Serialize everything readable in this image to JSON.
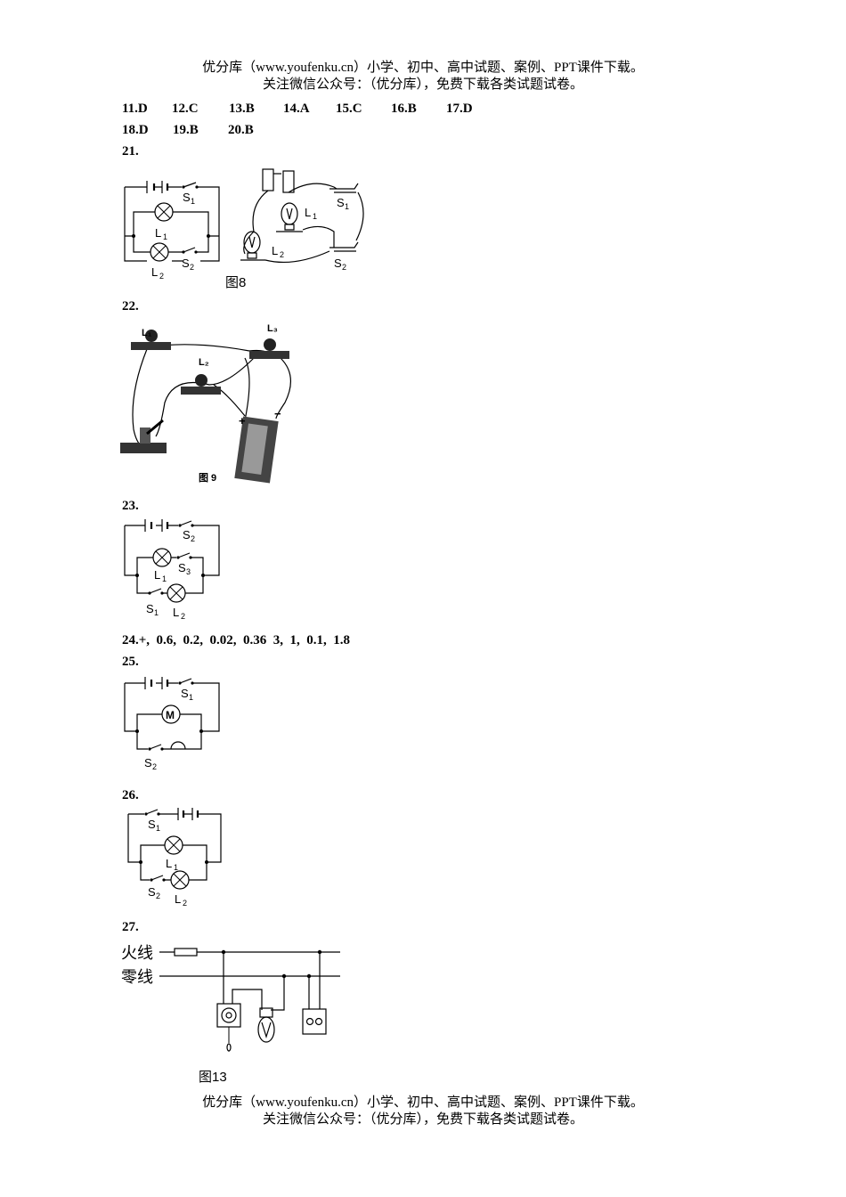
{
  "header": {
    "line1": "优分库（www.youfenku.cn）小学、初中、高中试题、案例、PPT课件下载。",
    "line2": "关注微信公众号：（优分库），免费下载各类试题试卷。"
  },
  "answers_row1": [
    "11.D",
    "12.C",
    "13.B",
    "14.A",
    "15.C",
    "16.B",
    "17.D"
  ],
  "answers_row2": [
    "18.D",
    "19.B",
    "20.B"
  ],
  "q21": {
    "num": "21.",
    "labels": {
      "s1": "S",
      "s1_sub": "1",
      "l1": "L",
      "l1_sub": "1",
      "l2": "L",
      "l2_sub": "2",
      "s2": "S",
      "s2_sub": "2"
    },
    "physical": {
      "l1": "L",
      "l1_sub": "1",
      "s1": "S",
      "s1_sub": "1",
      "l2": "L",
      "l2_sub": "2",
      "s2": "S",
      "s2_sub": "2"
    },
    "caption": "图8"
  },
  "q22": {
    "num": "22.",
    "labels": {
      "l1": "L₁",
      "l2": "L₂",
      "l3": "L₃",
      "plus": "+",
      "minus": "−"
    },
    "caption": "图 9"
  },
  "q23": {
    "num": "23.",
    "labels": {
      "s2": "S",
      "s2_sub": "2",
      "s3": "S",
      "s3_sub": "3",
      "l1": "L",
      "l1_sub": "1",
      "s1": "S",
      "s1_sub": "1",
      "l2": "L",
      "l2_sub": "2"
    }
  },
  "q24": {
    "text": "24.+,  0.6,  0.2,  0.02,  0.36  3,  1,  0.1,  1.8"
  },
  "q25": {
    "num": "25.",
    "labels": {
      "s1": "S",
      "s1_sub": "1",
      "m": "M",
      "s2": "S",
      "s2_sub": "2"
    }
  },
  "q26": {
    "num": "26.",
    "labels": {
      "s1": "S",
      "s1_sub": "1",
      "l1": "L",
      "l1_sub": "1",
      "s2": "S",
      "s2_sub": "2",
      "l2": "L",
      "l2_sub": "2"
    }
  },
  "q27": {
    "num": "27.",
    "labels": {
      "live": "火线",
      "neutral": "零线"
    },
    "caption": "图13"
  },
  "footer": {
    "line1": "优分库（www.youfenku.cn）小学、初中、高中试题、案例、PPT课件下载。",
    "line2": "关注微信公众号：（优分库），免费下载各类试题试卷。"
  }
}
